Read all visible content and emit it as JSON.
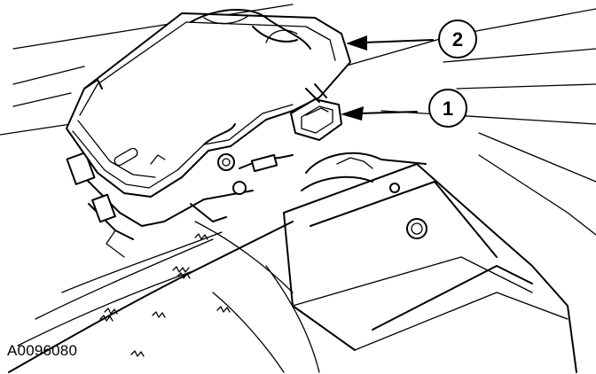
{
  "figure": {
    "id": "A0096080"
  },
  "callouts": [
    {
      "label": "1"
    },
    {
      "label": "2"
    }
  ]
}
